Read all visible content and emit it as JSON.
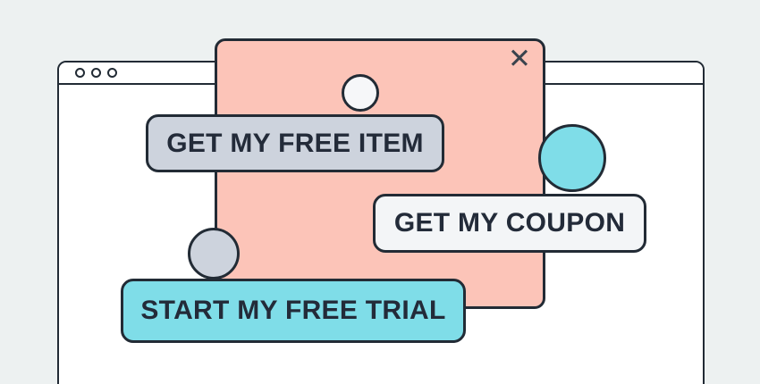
{
  "colors": {
    "background": "#edf1f1",
    "window_border": "#222b35",
    "window_bg": "#ffffff",
    "modal_bg": "#fcc4b8",
    "gray_fill": "#cdd3dd",
    "teal_fill": "#7fdde8",
    "coupon_fill": "#f3f5f7",
    "white_circle_fill": "#f6f7f9",
    "text": "#232b39",
    "close_color": "#3a434d"
  },
  "browser_window": {
    "window_controls": [
      "dot",
      "dot",
      "dot"
    ]
  },
  "modal": {
    "close_glyph": "✕"
  },
  "buttons": {
    "free_item": {
      "label": "GET MY FREE ITEM"
    },
    "coupon": {
      "label": "GET MY COUPON"
    },
    "free_trial": {
      "label": "START MY FREE TRIAL"
    }
  }
}
